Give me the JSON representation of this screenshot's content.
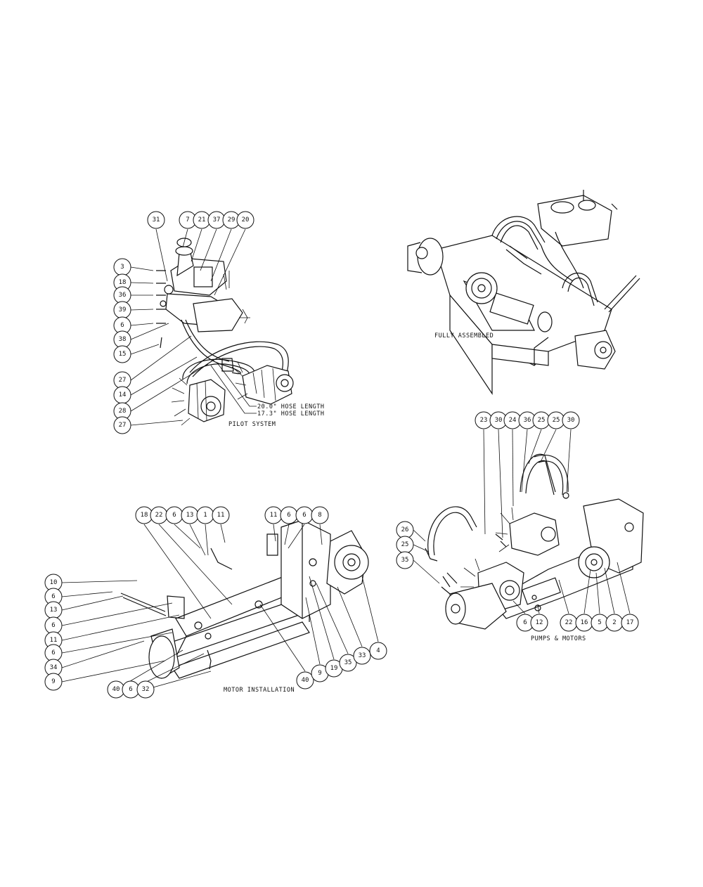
{
  "views": {
    "pilot": {
      "caption": "PILOT SYSTEM",
      "hose_notes": [
        "20.0\" HOSE LENGTH",
        "17.3\" HOSE LENGTH"
      ],
      "callouts": [
        "31",
        "7",
        "21",
        "37",
        "29",
        "20",
        "3",
        "18",
        "36",
        "39",
        "6",
        "38",
        "15",
        "27",
        "14",
        "28",
        "27"
      ]
    },
    "assembled": {
      "caption": "FULLY ASSEMBLED"
    },
    "motor": {
      "caption": "MOTOR INSTALLATION",
      "callouts": [
        "18",
        "22",
        "6",
        "13",
        "1",
        "11",
        "11",
        "6",
        "6",
        "8",
        "10",
        "6",
        "13",
        "6",
        "11",
        "6",
        "34",
        "9",
        "40",
        "6",
        "32",
        "40",
        "9",
        "19",
        "35",
        "33",
        "4"
      ]
    },
    "pumps": {
      "caption": "PUMPS & MOTORS",
      "callouts": [
        "23",
        "30",
        "24",
        "36",
        "25",
        "25",
        "30",
        "26",
        "25",
        "35",
        "6",
        "12",
        "22",
        "16",
        "5",
        "2",
        "17"
      ]
    }
  }
}
